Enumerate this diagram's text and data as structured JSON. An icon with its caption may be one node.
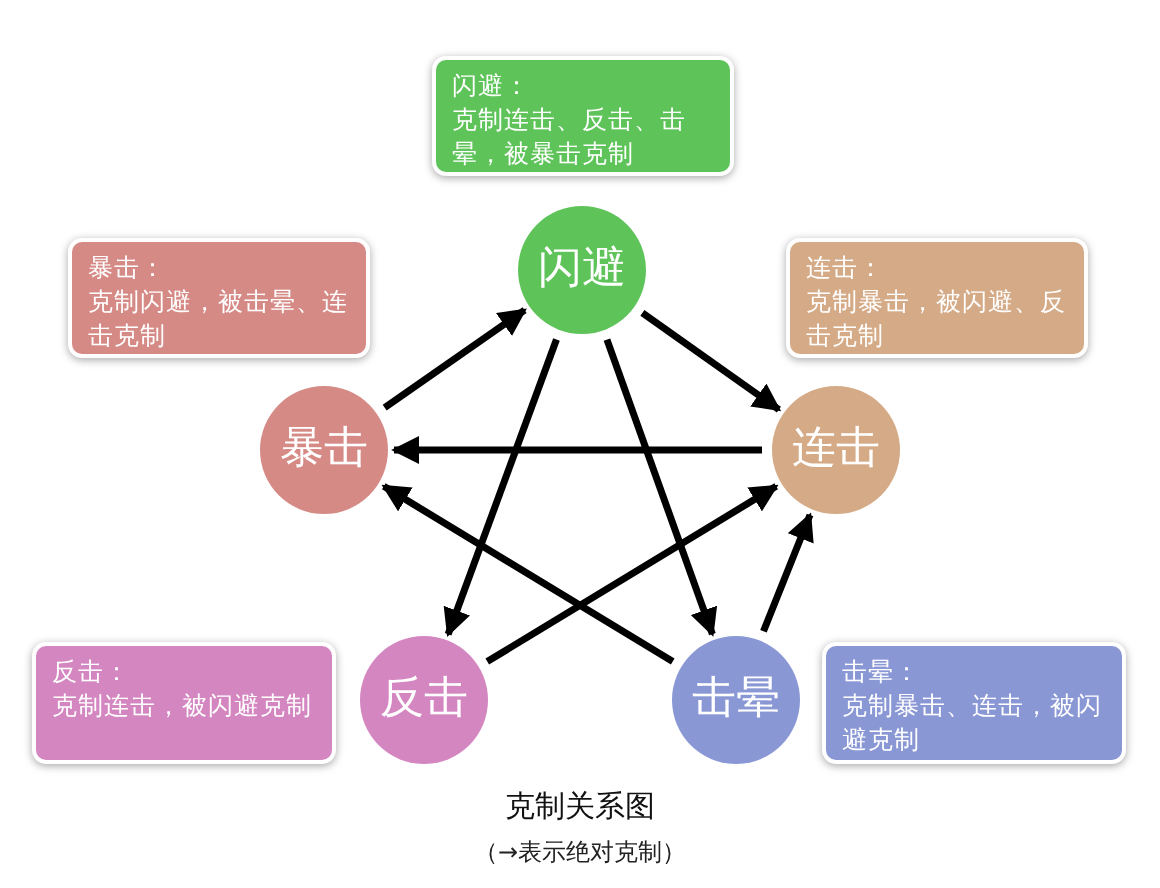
{
  "diagram": {
    "title": "克制关系图",
    "caption": "（→表示绝对克制）",
    "nodes": [
      {
        "text": [
          "闪避：",
          "克制连击、反击、击晕，被暴击克制"
        ]
      },
      {
        "text": [
          "暴击：",
          "克制闪避，被击晕、连击克制"
        ]
      },
      {
        "text": [
          "闪避"
        ]
      },
      {
        "text": [
          "连击：",
          "克制暴击，被闪避、反击克制"
        ]
      },
      {
        "text": [
          "暴击"
        ]
      },
      {
        "text": [
          "连击"
        ]
      },
      {
        "text": [
          "反击：",
          "克制连击，被闪避克制"
        ]
      },
      {
        "text": [
          "反击"
        ]
      },
      {
        "text": [
          "击晕"
        ]
      },
      {
        "text": [
          "击晕：",
          "克制暴击、连击，被闪避克制"
        ]
      }
    ],
    "edges": [
      {
        "from": 4,
        "to": 2,
        "arrow": "to"
      },
      {
        "from": 2,
        "to": 5,
        "arrow": "to"
      },
      {
        "from": 5,
        "to": 4,
        "arrow": "to"
      },
      {
        "from": 2,
        "to": 7,
        "arrow": "to"
      },
      {
        "from": 2,
        "to": 8,
        "arrow": "to"
      },
      {
        "from": 8,
        "to": 4,
        "arrow": "to"
      },
      {
        "from": 7,
        "to": 5,
        "arrow": "to"
      },
      {
        "from": 8,
        "to": 5,
        "arrow": "to"
      }
    ]
  }
}
